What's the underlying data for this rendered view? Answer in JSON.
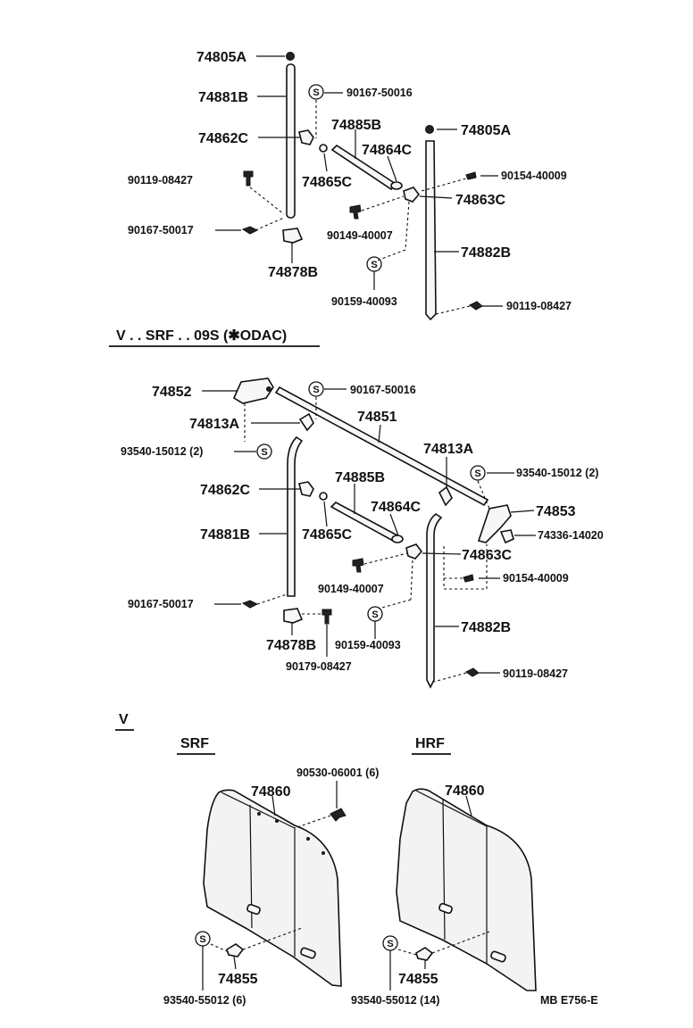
{
  "labels": {
    "top": {
      "p74805A_1": "74805A",
      "p74881B": "74881B",
      "p90167_50016": "90167-50016",
      "p74885B": "74885B",
      "p74862C": "74862C",
      "p74864C": "74864C",
      "p74805A_2": "74805A",
      "p90119_08427_L": "90119-08427",
      "p74865C": "74865C",
      "p90154_40009": "90154-40009",
      "p74863C": "74863C",
      "p90167_50017": "90167-50017",
      "p90149_40007": "90149-40007",
      "p74882B": "74882B",
      "p74878B": "74878B",
      "p90159_40093": "90159-40093",
      "p90119_08427_R": "90119-08427"
    },
    "section_title": "V . . SRF . . 09S (✱ODAC)",
    "mid": {
      "p74852": "74852",
      "p90167_50016": "90167-50016",
      "p74813A_L": "74813A",
      "p74851": "74851",
      "p93540_15012_L": "93540-15012 (2)",
      "p74813A_R": "74813A",
      "p93540_15012_R": "93540-15012 (2)",
      "p74885B": "74885B",
      "p74862C": "74862C",
      "p74853": "74853",
      "p74864C": "74864C",
      "p74881B": "74881B",
      "p74865C": "74865C",
      "p74336_14020": "74336-14020",
      "p74863C": "74863C",
      "p90149_40007": "90149-40007",
      "p90154_40009": "90154-40009",
      "p90167_50017": "90167-50017",
      "p90159_40093": "90159-40093",
      "p74882B": "74882B",
      "p74878B": "74878B",
      "p90179_08427": "90179-08427",
      "p90119_08427": "90119-08427"
    },
    "bottom": {
      "section": "V",
      "srf_title": "SRF",
      "hrf_title": "HRF",
      "p90530_06001": "90530-06001 (6)",
      "p74860_L": "74860",
      "p74860_R": "74860",
      "p74855_L": "74855",
      "p74855_R": "74855",
      "p93540_55012_L": "93540-55012 (6)",
      "p93540_55012_R": "93540-55012 (14)",
      "code": "MB  E756-E"
    },
    "screw_mark": "S"
  }
}
